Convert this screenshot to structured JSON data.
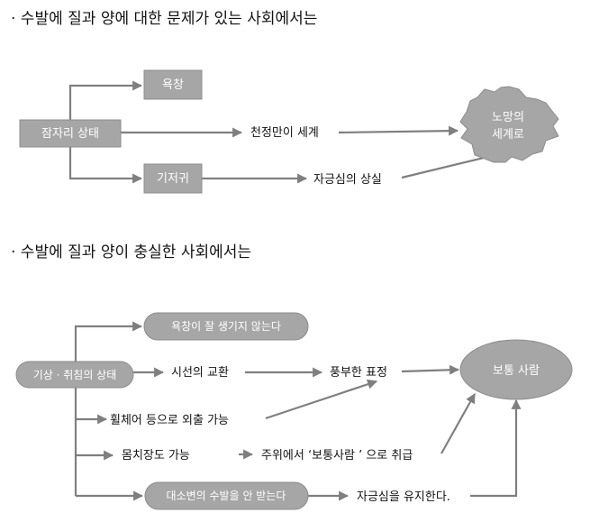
{
  "section1": {
    "heading": "· 수발에 질과 양에 대한 문제가 있는 사회에서는",
    "source": "잠자리 상태",
    "box_bedsore": "욕창",
    "box_diaper": "기저귀",
    "label_ceiling": "천정만이 세계",
    "label_loss": "자긍심의 상실",
    "result_line1": "노망의",
    "result_line2": "세계로"
  },
  "section2": {
    "heading": "· 수발에 질과 양이 충실한 사회에서는",
    "source": "기상 · 취침의 상태",
    "pill_nobedsore": "욕창이 잘 생기지 않는다",
    "label_gaze": "시선의 교환",
    "label_expression": "풍부한 표정",
    "label_wheelchair": "휠체어 등으로 외출 가능",
    "label_grooming": "몸치장도 가능",
    "label_treated": "주위에서 ‘보통사람 ’ 으로 취급",
    "pill_toilet": "대소변의 수발을 안 받는다",
    "label_selfesteem": "자긍심을 유지한다.",
    "result": "보통 사람"
  },
  "colors": {
    "box_fill": "#a6a6a6",
    "line": "#7f7f7f"
  }
}
